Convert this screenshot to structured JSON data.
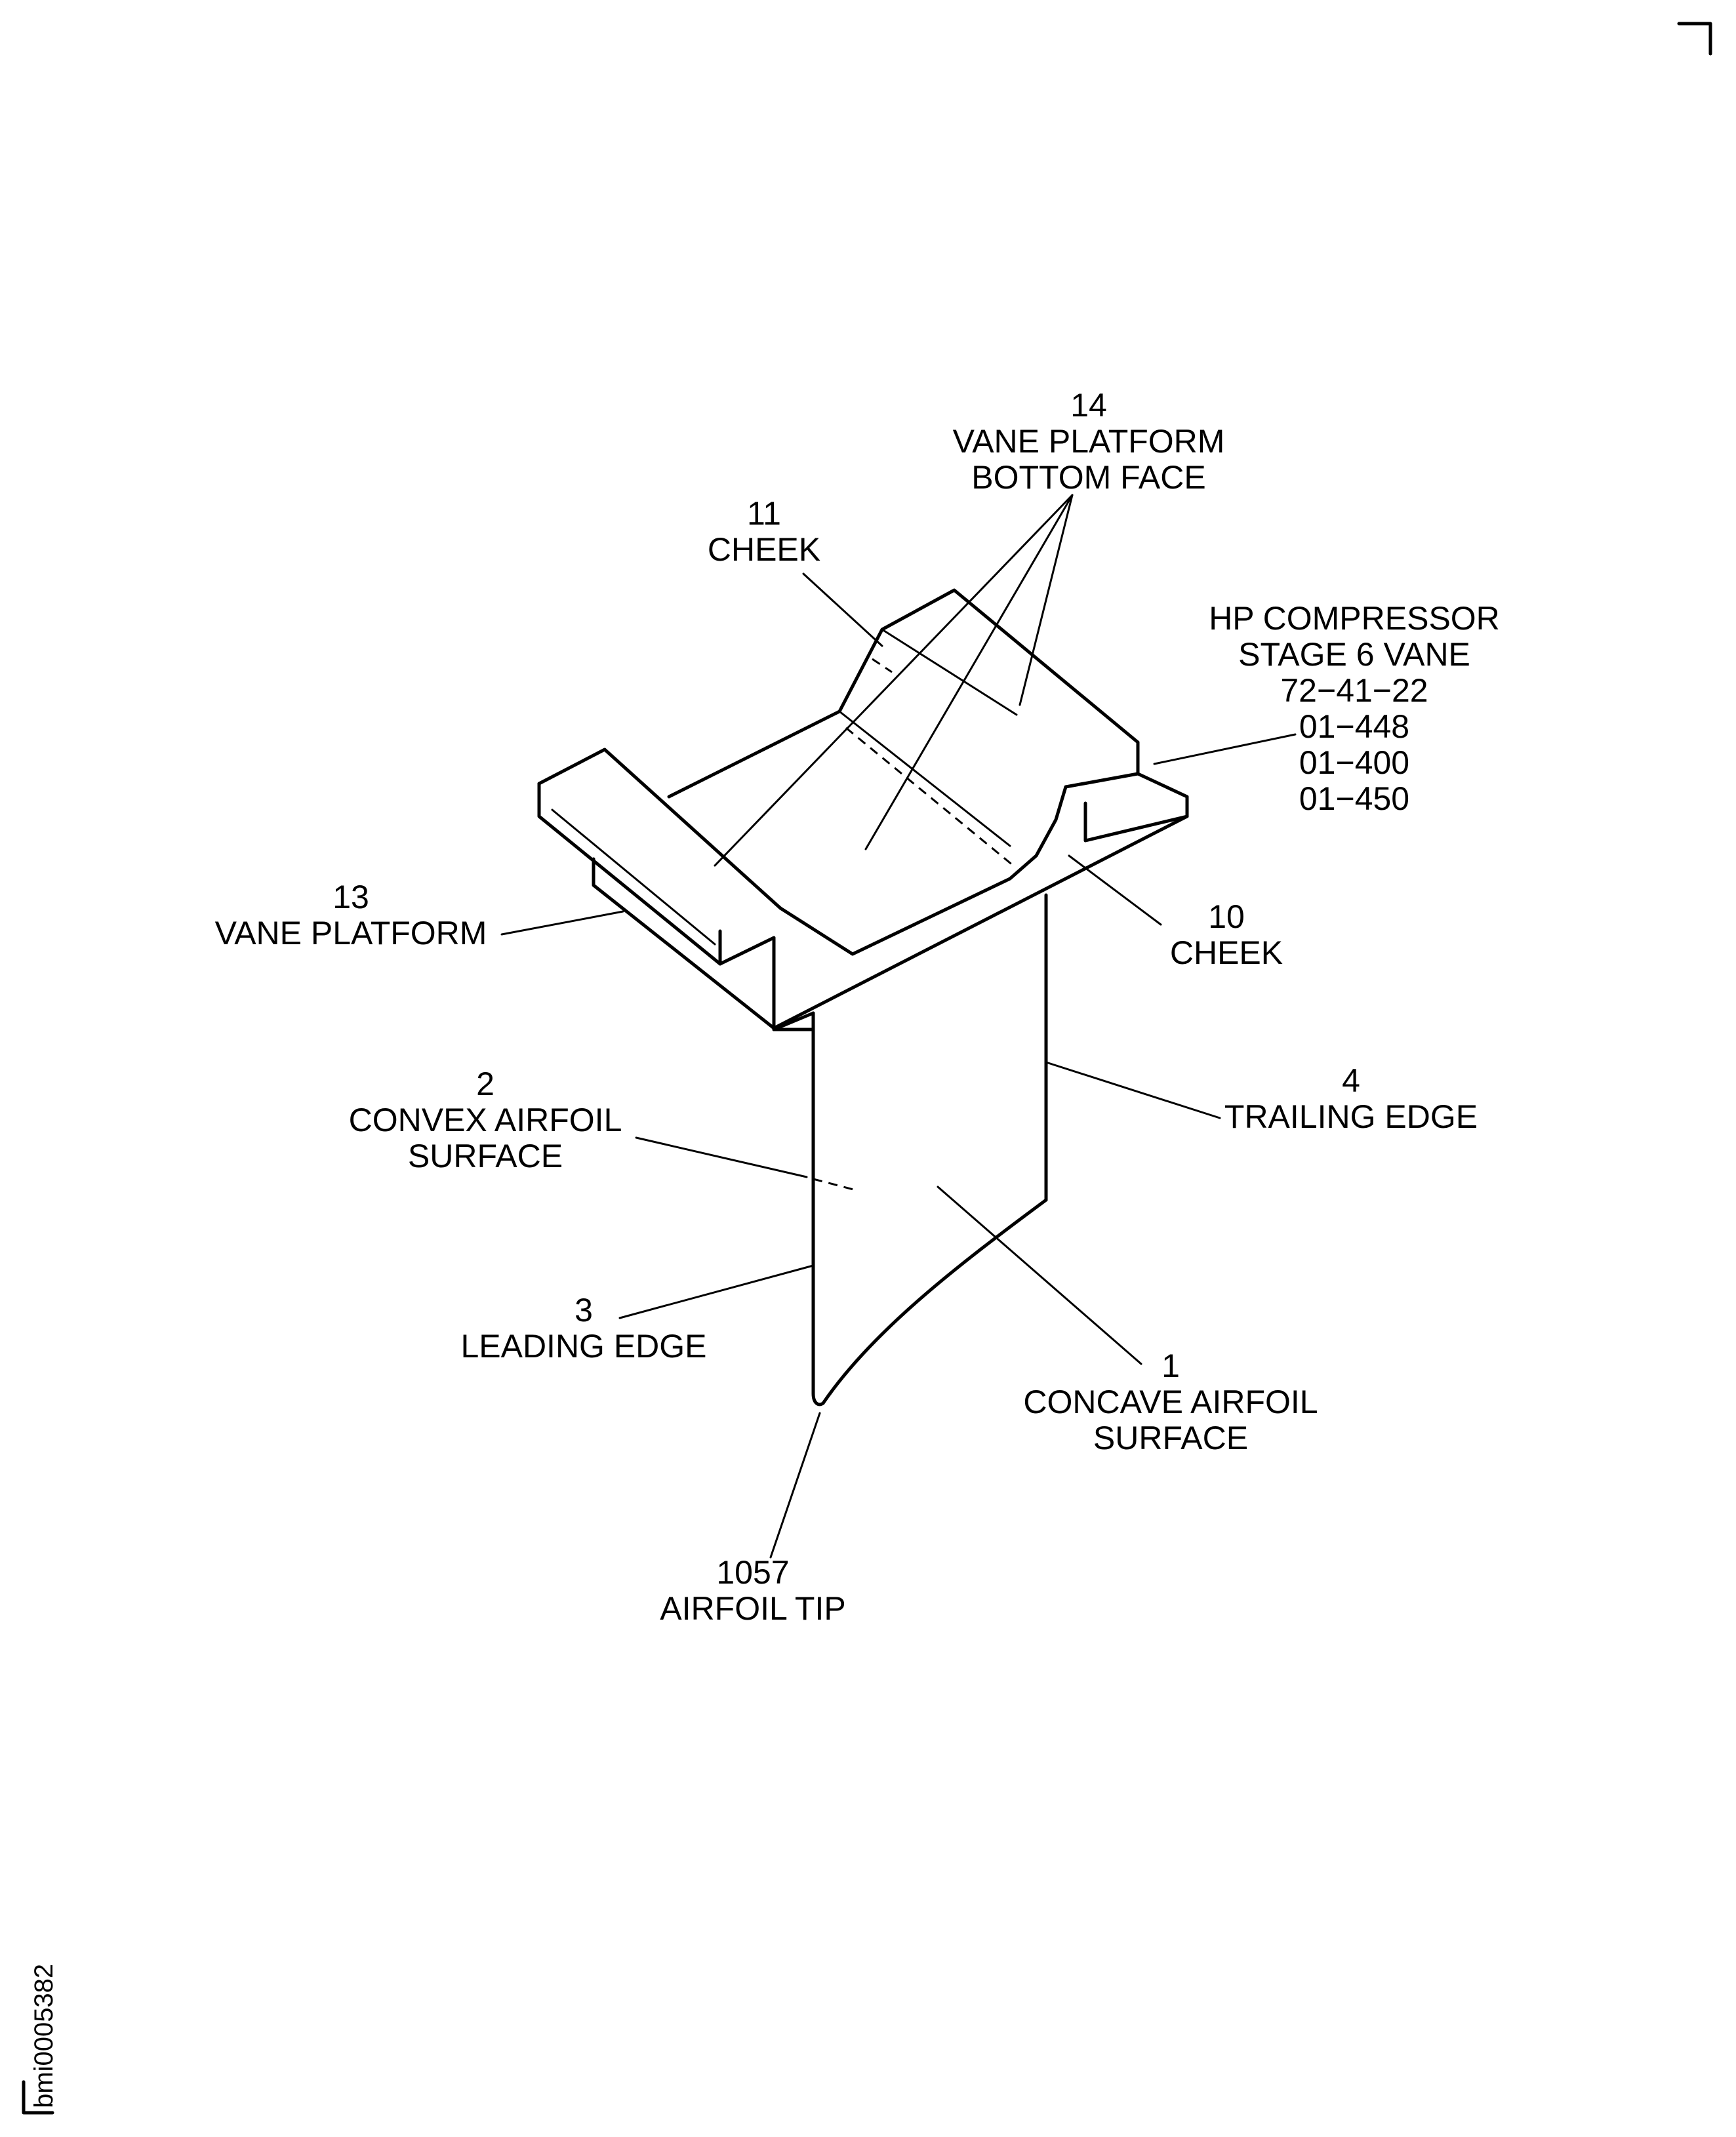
{
  "figure_id": "bmi0005382",
  "callouts": {
    "c14": {
      "number": "14",
      "line1": "VANE PLATFORM",
      "line2": "BOTTOM FACE"
    },
    "c11": {
      "number": "11",
      "line1": "CHEEK"
    },
    "c13": {
      "number": "13",
      "line1": "VANE PLATFORM"
    },
    "c10": {
      "number": "10",
      "line1": "CHEEK"
    },
    "c2": {
      "number": "2",
      "line1": "CONVEX AIRFOIL",
      "line2": "SURFACE"
    },
    "c4": {
      "number": "4",
      "line1": "TRAILING EDGE"
    },
    "c3": {
      "number": "3",
      "line1": "LEADING EDGE"
    },
    "c1": {
      "number": "1",
      "line1": "CONCAVE AIRFOIL",
      "line2": "SURFACE"
    },
    "c1057": {
      "number": "1057",
      "line1": "AIRFOIL TIP"
    }
  },
  "part_info": {
    "line1": "HP COMPRESSOR",
    "line2": "STAGE 6 VANE",
    "line3": "72−41−22",
    "line4": "01−448",
    "line5": "01−400",
    "line6": "01−450"
  }
}
